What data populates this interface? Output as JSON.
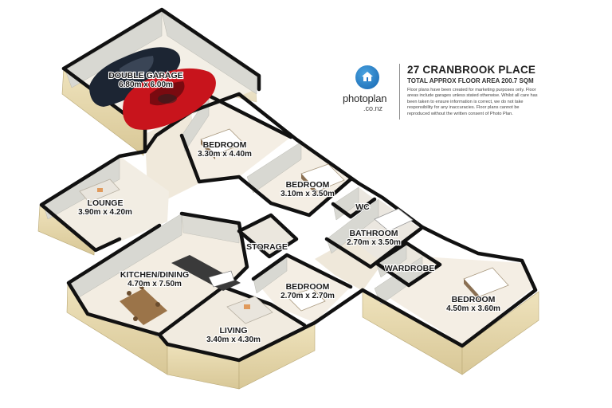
{
  "header": {
    "title": "27 CRANBROOK PLACE",
    "subtitle": "TOTAL APPROX FLOOR AREA 200.7 SQM",
    "disclaimer": "Floor plans have been created for marketing purposes only. Floor areas include garages unless stated otherwise. Whilst all care has been taken to ensure information is correct, we do not take responsibility for any inaccuracies. Floor plans cannot be reproduced without the written consent of Photo Plan."
  },
  "brand": {
    "name": "photoplan",
    "domain": ".co.nz",
    "logo_icon": "house-icon"
  },
  "rooms": {
    "garage": {
      "name": "DOUBLE GARAGE",
      "size": "6.80m x 6.00m"
    },
    "bedroom1": {
      "name": "BEDROOM",
      "size": "3.30m x 4.40m"
    },
    "bedroom2": {
      "name": "BEDROOM",
      "size": "3.10m x 3.50m"
    },
    "wc": {
      "name": "WC"
    },
    "bathroom": {
      "name": "BATHROOM",
      "size": "2.70m x 3.50m"
    },
    "lounge": {
      "name": "LOUNGE",
      "size": "3.90m x 4.20m"
    },
    "storage": {
      "name": "STORAGE"
    },
    "wardrobe": {
      "name": "WARDROBE"
    },
    "kitchen": {
      "name": "KITCHEN/DINING",
      "size": "4.70m x 7.50m"
    },
    "bedroom3": {
      "name": "BEDROOM",
      "size": "2.70m x 2.70m"
    },
    "bedroom4": {
      "name": "BEDROOM",
      "size": "4.50m x 3.60m"
    },
    "living": {
      "name": "LIVING",
      "size": "3.40m x 4.30m"
    }
  },
  "colors": {
    "wall_top": "#111111",
    "wall_face": "#d9d9d4",
    "exterior": "#e2d3a8",
    "floor": "#f1ece2",
    "car_black": "#1c2533",
    "car_red": "#c8141c",
    "accent_blue": "#1f73c4"
  }
}
